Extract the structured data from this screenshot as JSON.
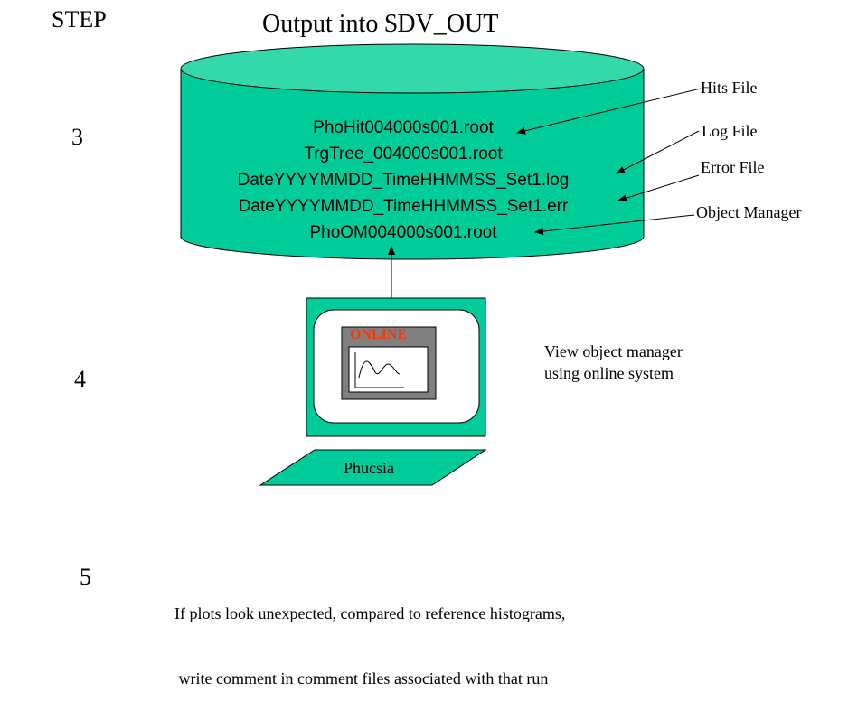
{
  "header": {
    "step_label": "STEP",
    "title": "Output into $DV_OUT"
  },
  "steps": {
    "step3": "3",
    "step4": "4",
    "step5": "5"
  },
  "cylinder": {
    "color": "#00cc99",
    "top_color": "#33d9aa",
    "files": [
      "PhoHit004000s001.root",
      "TrgTree_004000s001.root",
      "DateYYYYMMDD_TimeHHMMSS_Set1.log",
      "DateYYYYMMDD_TimeHHMMSS_Set1.err",
      "PhoOM004000s001.root"
    ]
  },
  "annotations": {
    "hits": "Hits File",
    "log": "Log File",
    "error": "Error File",
    "object_manager": "Object Manager"
  },
  "computer": {
    "screen_label": "ONLINE",
    "label_color": "#ff3300",
    "keyboard_label": "Phucsia"
  },
  "view_note": {
    "line1": "View object manager",
    "line2": "using online system"
  },
  "comment_note": {
    "line1": "If plots look unexpected, compared to reference histograms,",
    "line2": " write comment in comment files associated with that run"
  }
}
